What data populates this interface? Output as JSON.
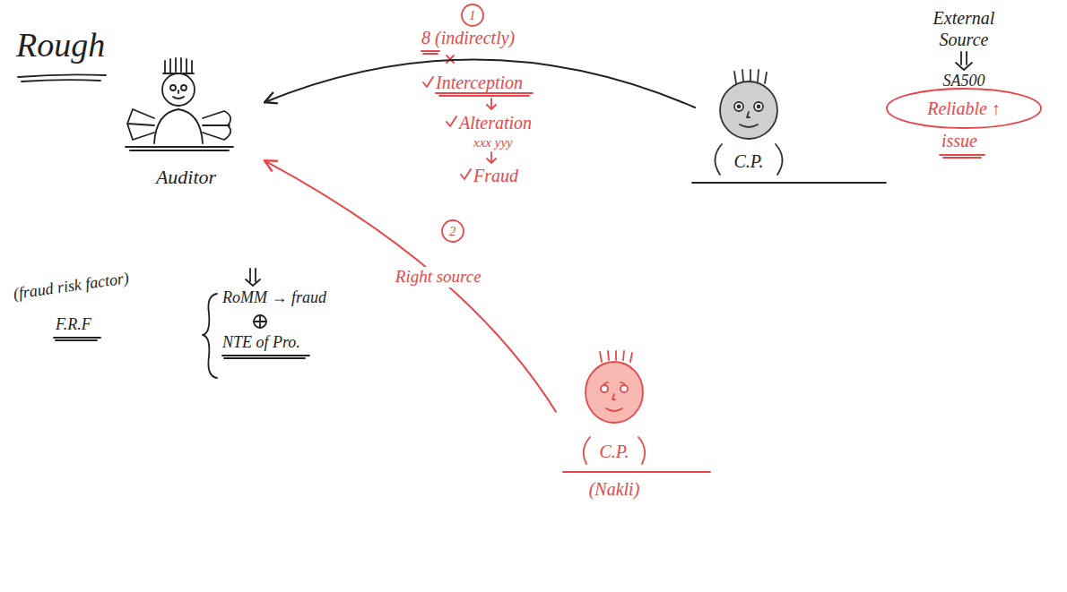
{
  "diagram": {
    "title": "Rough",
    "nodes": [
      {
        "text": [
          "Auditor"
        ]
      },
      {
        "text": [
          "C.P."
        ]
      },
      {
        "text": [
          "C.P.",
          "(Nakli)"
        ]
      }
    ],
    "edges": [
      {
        "from": 1,
        "to": 0,
        "arrow": "to",
        "label": "8 (indirectly)"
      },
      {
        "from": 2,
        "to": 0,
        "arrow": "to",
        "label": "Right source"
      }
    ],
    "labels": [
      "1",
      "Interception",
      "Alteration",
      "xxx yyy",
      "Fraud",
      "External Source",
      "SA500",
      "Reliable ↑",
      "issue",
      "2",
      "(fraud risk factor)",
      "F.R.F",
      "RoMM → fraud",
      "NTE of Pro."
    ]
  }
}
